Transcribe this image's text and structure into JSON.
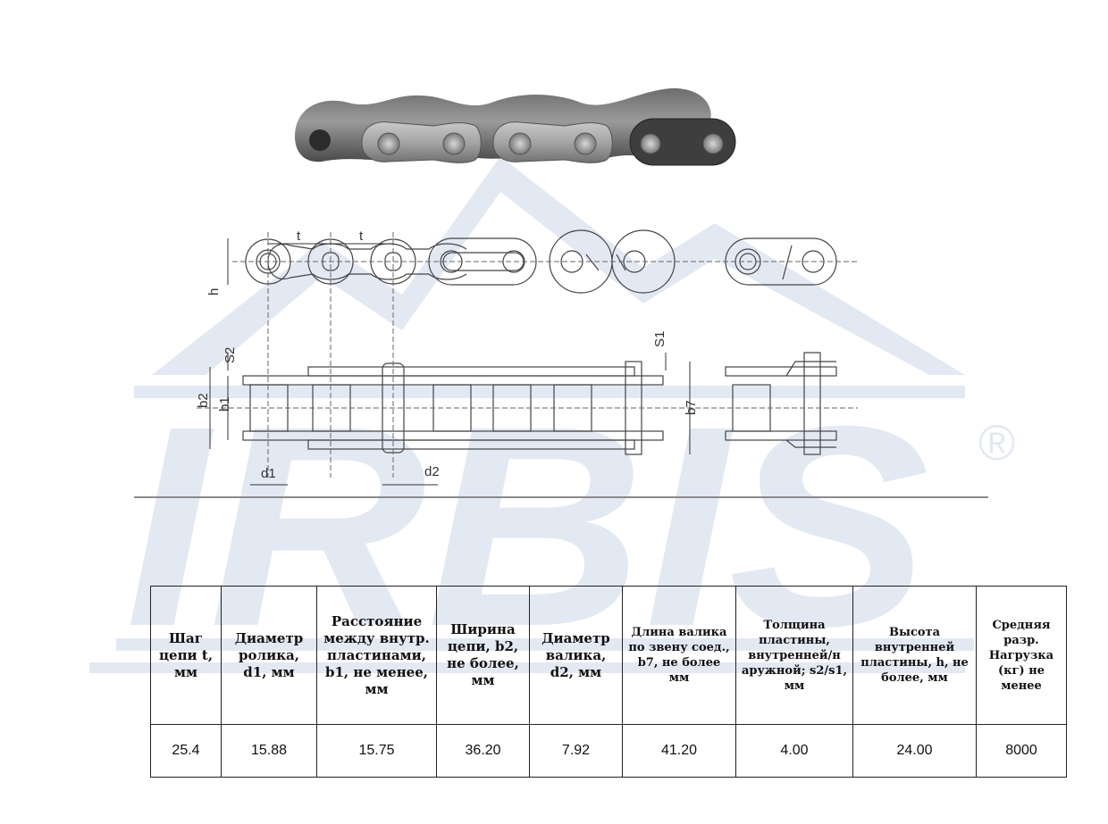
{
  "brand": {
    "name": "IRBIS",
    "registered": "®"
  },
  "drawing": {
    "labels": {
      "t": "t",
      "h": "h",
      "s2": "S2",
      "s1": "S1",
      "b2": "b2",
      "b1": "b1",
      "b7": "b7",
      "d1": "d1",
      "d2": "d2"
    }
  },
  "table": {
    "headers": [
      "Шаг цепи t, мм",
      "Диаметр ролика, d1, мм",
      "Расстояние между внутр. пластинами, b1, не менее, мм",
      "Ширина цепи, b2, не более, мм",
      "Диаметр валика, d2, мм",
      "Длина валика по звену соед., b7, не более мм",
      "Толщина пластины, внутренней/н аружной; s2/s1, мм",
      "Высота внутренней пластины, h, не более, мм",
      "Средняя разр. Нагрузка (кг) не менее"
    ],
    "rows": [
      [
        "25.4",
        "15.88",
        "15.75",
        "36.20",
        "7.92",
        "41.20",
        "4.00",
        "24.00",
        "8000"
      ]
    ]
  },
  "colors": {
    "watermark": "#dfe6f2",
    "chain_dark": "#5f5f5f",
    "chain_light": "#b9b9b9"
  }
}
